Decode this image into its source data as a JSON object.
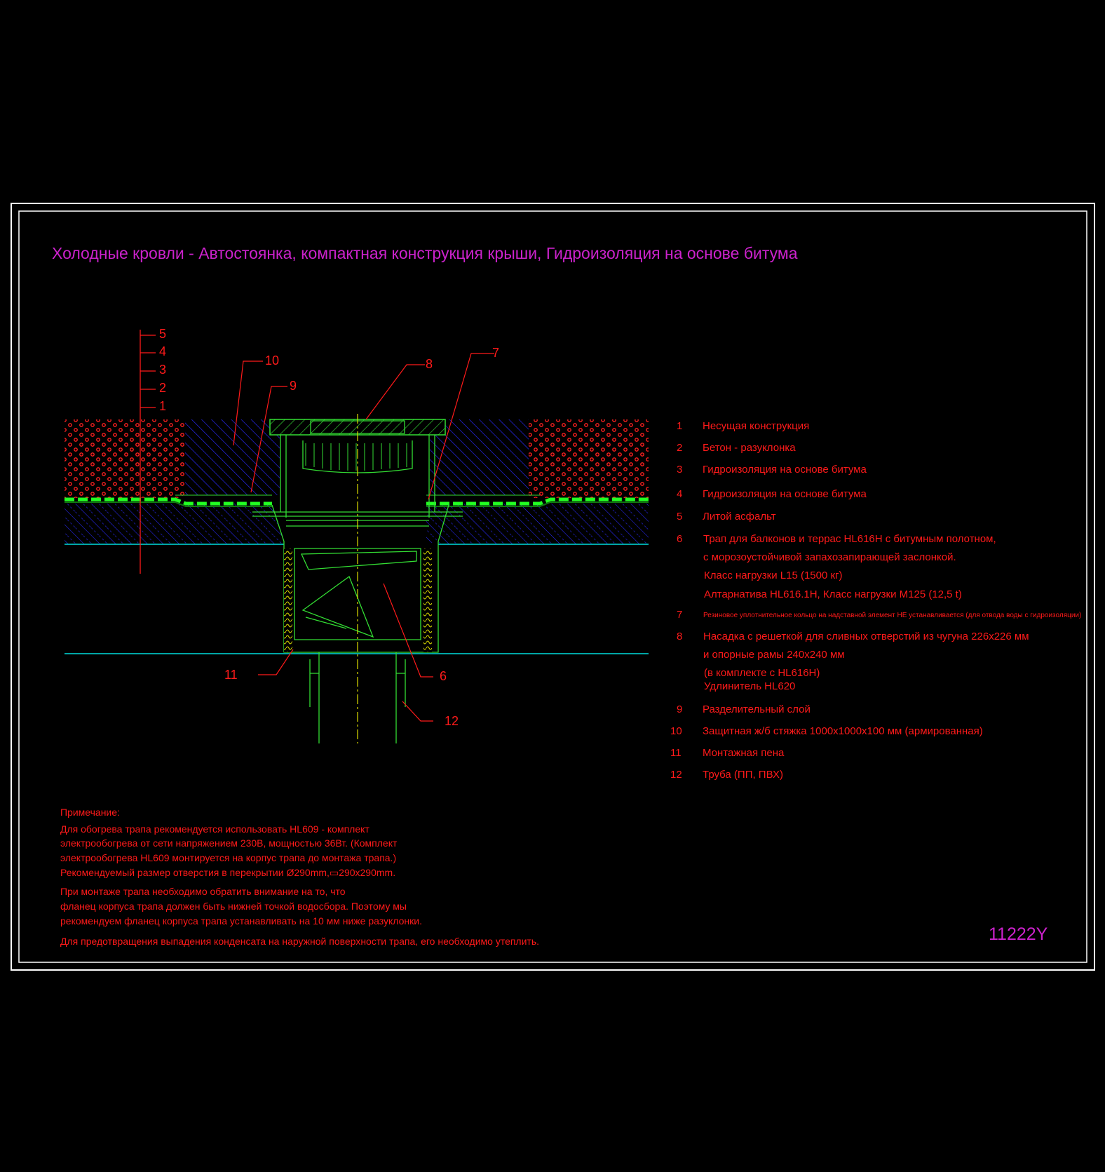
{
  "title": "Холодные кровли - Автостоянка, компактная конструкция крыши, Гидроизоляция на основе битума",
  "drawing_code": "11222Y",
  "layer_marks": [
    "5",
    "4",
    "3",
    "2",
    "1"
  ],
  "callouts": {
    "c10": "10",
    "c9": "9",
    "c8": "8",
    "c7": "7",
    "c11": "11",
    "c6": "6",
    "c12": "12"
  },
  "legend": [
    {
      "num": "1",
      "lines": [
        "Несущая конструкция"
      ]
    },
    {
      "num": "2",
      "lines": [
        "Бетон - разуклонка"
      ]
    },
    {
      "num": "3",
      "lines": [
        "Гидроизоляция на основе битума"
      ]
    },
    {
      "num": "4",
      "lines": [
        "Гидроизоляция на основе битума"
      ]
    },
    {
      "num": "5",
      "lines": [
        "Литой асфальт"
      ]
    },
    {
      "num": "6",
      "lines": [
        "Трап для балконов и террас HL616H с битумным полотном,",
        "с морозоустойчивой запахозапирающей заслонкой.",
        "Класс нагрузки L15 (1500 кг)",
        "Алтарнатива HL616.1H, Класс нагрузки M125 (12,5 t)"
      ]
    },
    {
      "num": "7",
      "lines": [
        "Резиновое уплотнительное кольцо на надставной элемент НЕ устанавливается (для отвода воды с гидроизоляции)"
      ]
    },
    {
      "num": "8",
      "lines": [
        "Насадка с решеткой для сливных отверстий из чугуна 226x226 мм",
        "и опорные рамы 240x240 мм",
        "(в комплекте с HL616H)",
        " Удлинитель HL620"
      ]
    },
    {
      "num": "9",
      "lines": [
        "Разделительный слой"
      ]
    },
    {
      "num": "10",
      "lines": [
        "Защитная ж/б стяжка 1000x1000x100 мм (армированная)"
      ]
    },
    {
      "num": "11",
      "lines": [
        "Монтажная пена"
      ]
    },
    {
      "num": "12",
      "lines": [
        "Труба (ПП, ПВХ)"
      ]
    }
  ],
  "notes": {
    "heading": "Примечание:",
    "para1": [
      "Для обогрева трапа рекомендуется использовать HL609 - комплект",
      "электрообогрева от сети напряжением 230В, мощностью 36Вт. (Комплект",
      "электрообогрева HL609 монтируется на корпус трапа до монтажа трапа.)",
      "Рекомендуемый размер отверстия в перекрытии Ø290mm,▭290x290mm."
    ],
    "para2": [
      "При монтаже трапа необходимо обратить внимание на то, что",
      "фланец корпуса трапа должен быть нижней точкой водосбора. Поэтому мы",
      "рекомендуем фланец корпуса трапа устанавливать на 10 мм ниже разуклонки."
    ],
    "para3": [
      "Для предотвращения выпадения конденсата на наружной поверхности трапа, его необходимо утеплить."
    ]
  },
  "colors": {
    "frame": "#ffffff",
    "text_red": "#ff1a1a",
    "text_magenta": "#cc22cc",
    "asphalt": "#ff0000",
    "screed": "#1a1aff",
    "membrane": "#22ff22",
    "structure_line": "#00dddd",
    "drain_body": "#33dd33",
    "insulation": "#dddd00"
  }
}
